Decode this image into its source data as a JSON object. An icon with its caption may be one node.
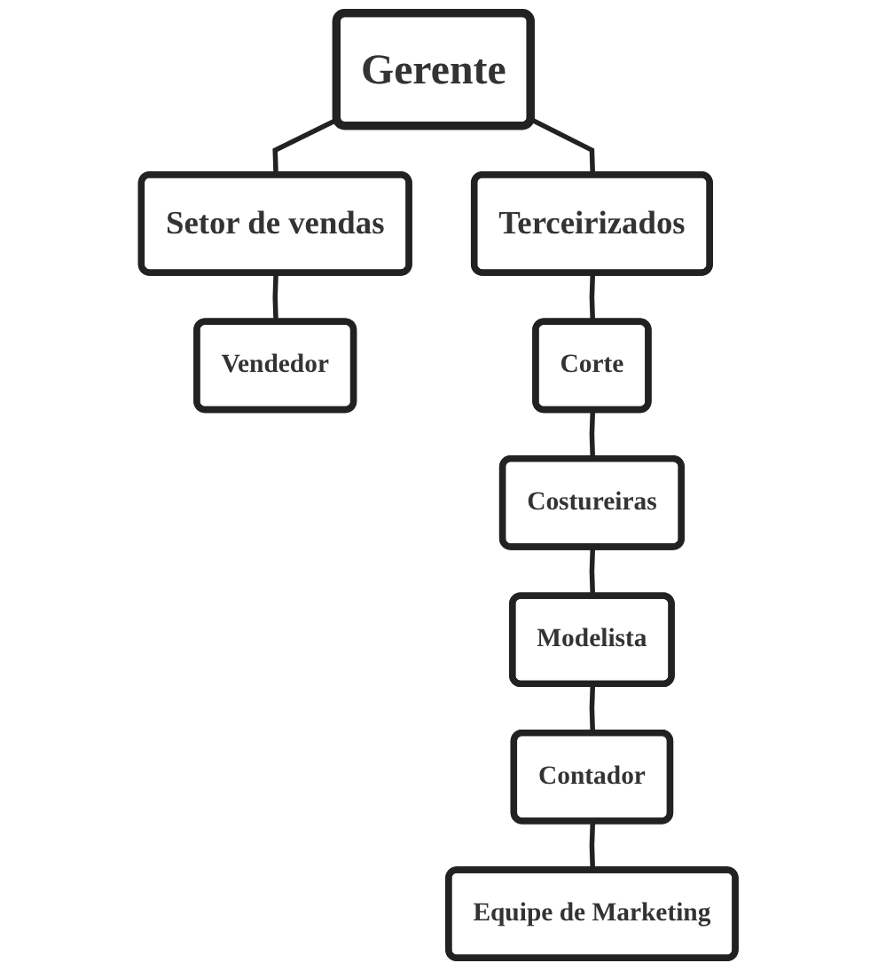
{
  "diagram": {
    "nodes": [
      {
        "text": [
          "Gerente"
        ]
      },
      {
        "text": [
          "Setor de vendas"
        ]
      },
      {
        "text": [
          "Terceirizados"
        ]
      },
      {
        "text": [
          "Vendedor"
        ]
      },
      {
        "text": [
          "Corte"
        ]
      },
      {
        "text": [
          "Costureiras"
        ]
      },
      {
        "text": [
          "Modelista"
        ]
      },
      {
        "text": [
          "Contador"
        ]
      },
      {
        "text": [
          "Equipe de Marketing"
        ]
      }
    ],
    "edges": [
      {
        "from": 0,
        "to": 1,
        "arrow": "none"
      },
      {
        "from": 0,
        "to": 2,
        "arrow": "none"
      },
      {
        "from": 1,
        "to": 3,
        "arrow": "none"
      },
      {
        "from": 2,
        "to": 4,
        "arrow": "none"
      },
      {
        "from": 4,
        "to": 5,
        "arrow": "none"
      },
      {
        "from": 5,
        "to": 6,
        "arrow": "none"
      },
      {
        "from": 6,
        "to": 7,
        "arrow": "none"
      },
      {
        "from": 7,
        "to": 8,
        "arrow": "none"
      }
    ]
  }
}
